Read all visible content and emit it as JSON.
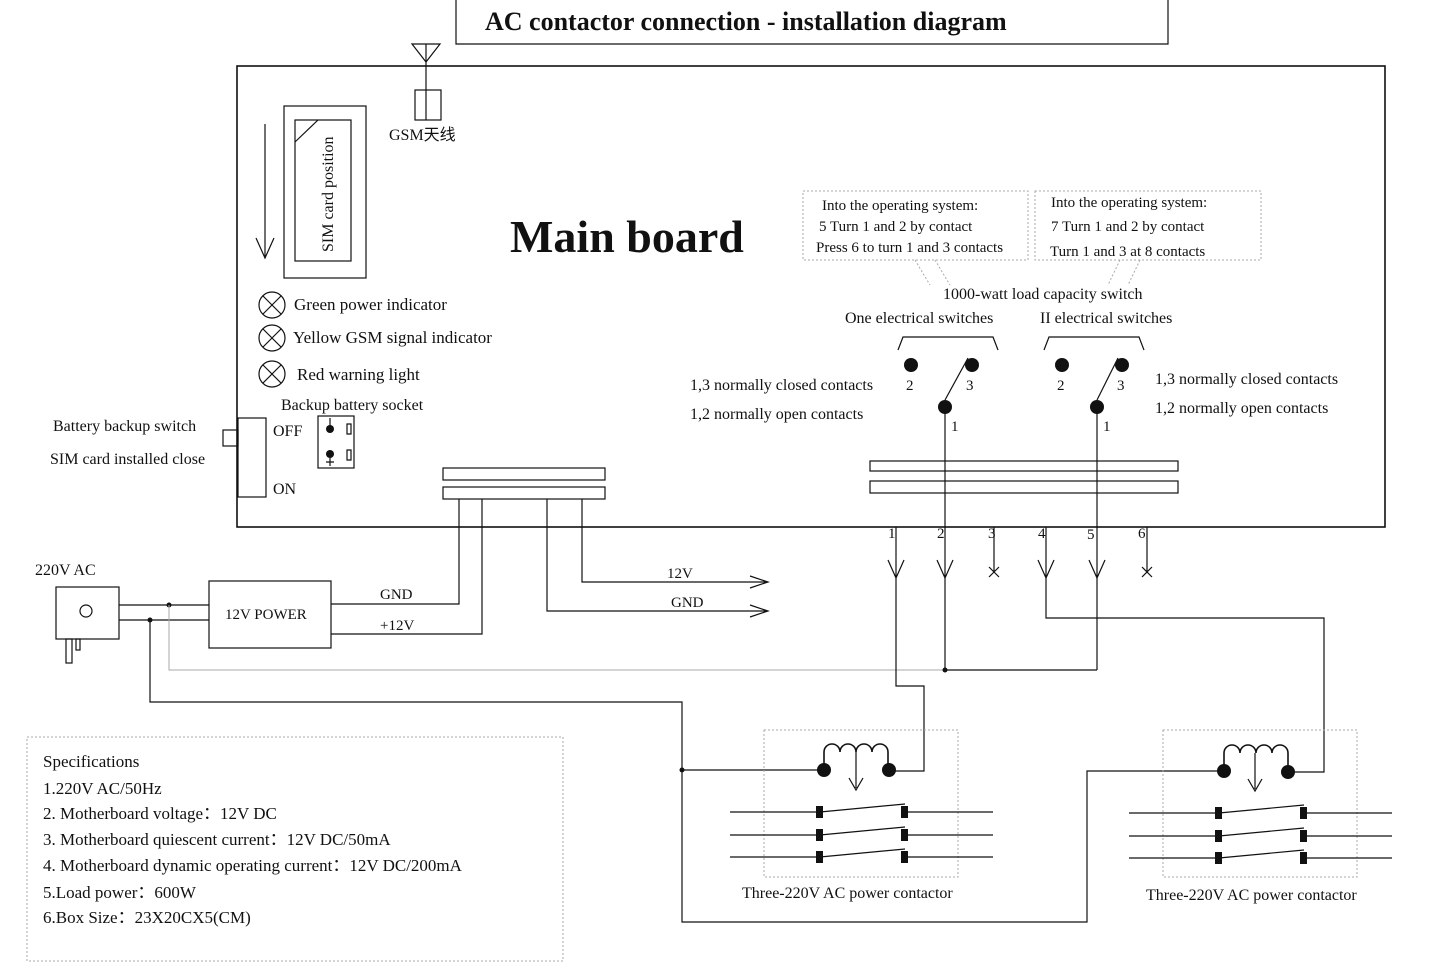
{
  "title": "AC contactor connection - installation diagram",
  "main_board_label": "Main board",
  "antenna_label": "GSM天线",
  "sim_card_label": "SIM card position",
  "indicators": [
    "Green power indicator",
    "Yellow GSM signal indicator",
    "Red warning light"
  ],
  "backup_battery_socket_label": "Backup battery socket",
  "battery_switch": {
    "label_line1": "Battery backup switch",
    "label_line2": "SIM card installed close",
    "off_label": "OFF",
    "on_label": "ON"
  },
  "operating_notes": [
    {
      "line1": "Into the operating system:",
      "line2": "5 Turn 1 and 2 by contact",
      "line3": "Press 6 to turn 1 and 3 contacts"
    },
    {
      "line1": "Into the operating system:",
      "line2": "7 Turn 1 and 2 by contact",
      "line3": "Turn 1 and 3 at 8 contacts"
    }
  ],
  "load_capacity_label": "1000-watt load capacity switch",
  "switch_groups": [
    {
      "name": "One electrical switches",
      "nc_label": "1,3 normally closed contacts",
      "no_label": "1,2 normally open contacts",
      "pins": [
        "2",
        "3",
        "1"
      ]
    },
    {
      "name": "II electrical switches",
      "nc_label": "1,3 normally closed contacts",
      "no_label": "1,2 normally open contacts",
      "pins": [
        "2",
        "3",
        "1"
      ]
    }
  ],
  "terminal_numbers": [
    "1",
    "2",
    "3",
    "4",
    "5",
    "6"
  ],
  "power": {
    "ac_label": "220V  AC",
    "supply_label": "12V  POWER",
    "gnd_label": "GND",
    "plus12_label": "+12V",
    "out_12v_label": "12V",
    "out_gnd_label": "GND"
  },
  "contactors": [
    {
      "label": "Three-220V AC power contactor"
    },
    {
      "label": "Three-220V AC power contactor"
    }
  ],
  "specifications": {
    "heading": "Specifications",
    "items": [
      "1.220V AC/50Hz",
      "2. Motherboard voltage：12V DC",
      "3. Motherboard quiescent current：12V DC/50mA",
      "4. Motherboard dynamic operating current：12V DC/200mA",
      "5.Load power：600W",
      "6.Box Size：23X20CX5(CM)"
    ]
  }
}
